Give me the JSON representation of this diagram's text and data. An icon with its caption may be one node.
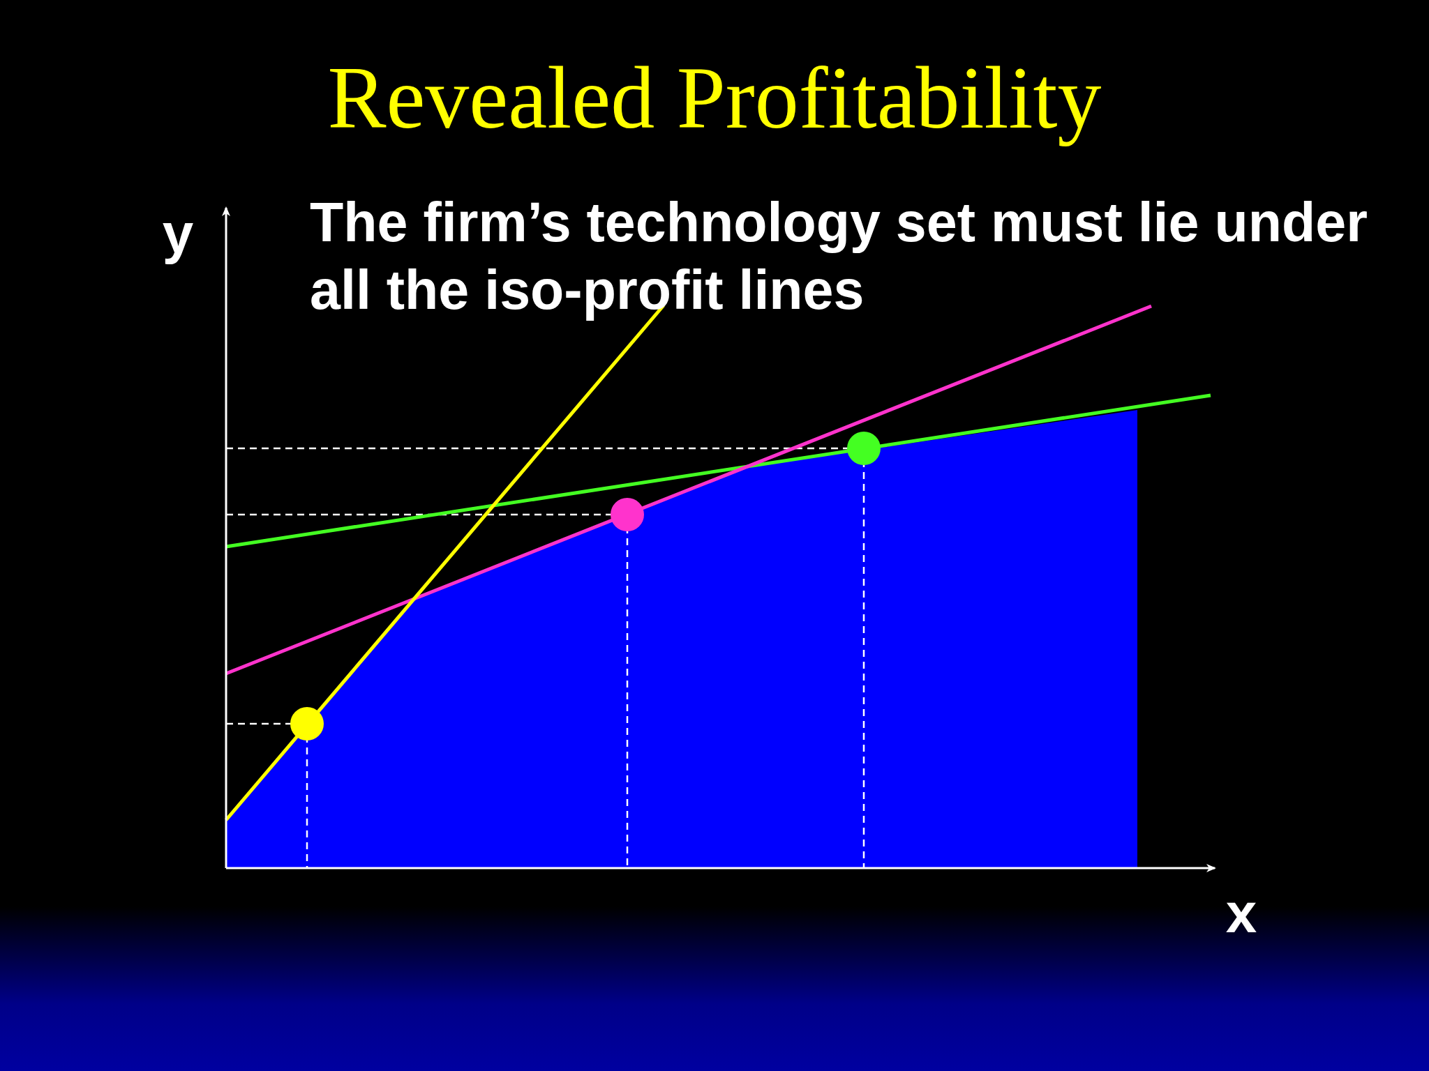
{
  "diagram": {
    "title": "Revealed Profitability",
    "labels": [
      "The firm’s technology set must lie under all the iso-profit lines",
      "y",
      "x"
    ]
  }
}
